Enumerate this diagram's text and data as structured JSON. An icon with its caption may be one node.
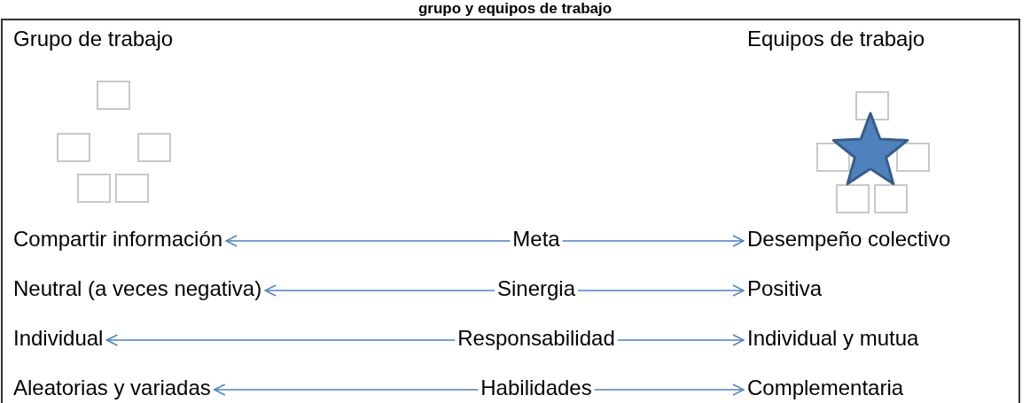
{
  "diagram": {
    "title": "grupo y equipos de trabajo",
    "nodes": [
      {
        "text": [
          "Compartir información"
        ]
      },
      {
        "text": [
          "Meta"
        ]
      },
      {
        "text": [
          "Desempeño colectivo"
        ]
      },
      {
        "text": [
          "Neutral (a veces negativa)"
        ]
      },
      {
        "text": [
          "Sinergia"
        ]
      },
      {
        "text": [
          "Positiva"
        ]
      },
      {
        "text": [
          "Individual"
        ]
      },
      {
        "text": [
          "Responsabilidad"
        ]
      },
      {
        "text": [
          "Individual y mutua"
        ]
      },
      {
        "text": [
          "Aleatorias y variadas"
        ]
      },
      {
        "text": [
          "Habilidades"
        ]
      },
      {
        "text": [
          "Complementaria"
        ]
      }
    ],
    "edges": [
      {
        "from": 1,
        "to": 0,
        "arrow": "to"
      },
      {
        "from": 1,
        "to": 2,
        "arrow": "to"
      },
      {
        "from": 4,
        "to": 3,
        "arrow": "to"
      },
      {
        "from": 4,
        "to": 5,
        "arrow": "to"
      },
      {
        "from": 7,
        "to": 6,
        "arrow": "to"
      },
      {
        "from": 7,
        "to": 8,
        "arrow": "to"
      },
      {
        "from": 10,
        "to": 9,
        "arrow": "to"
      },
      {
        "from": 10,
        "to": 11,
        "arrow": "to"
      }
    ],
    "labels": [
      "Grupo de trabajo",
      "Equipos de trabajo"
    ]
  }
}
